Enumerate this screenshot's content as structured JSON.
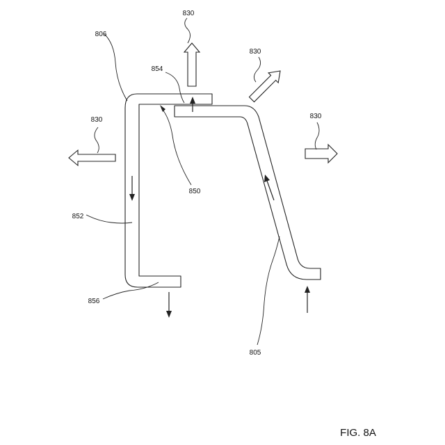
{
  "figure": {
    "caption": "FIG. 8A",
    "labels": {
      "l806": "806",
      "l854": "854",
      "l850": "850",
      "l852": "852",
      "l856": "856",
      "l805": "805",
      "l830_top": "830",
      "l830_diag": "830",
      "l830_left": "830",
      "l830_right": "830"
    }
  }
}
